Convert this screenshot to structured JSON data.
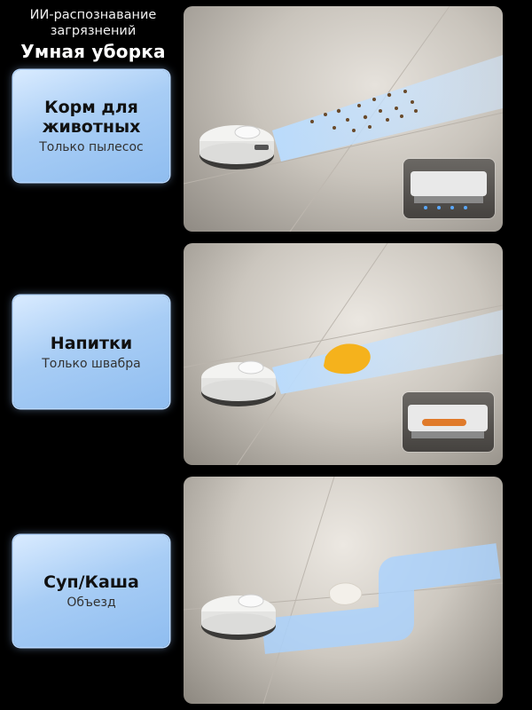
{
  "header": {
    "subtitle_line1": "ИИ-распознавание",
    "subtitle_line2": "загрязнений",
    "title": "Умная уборка"
  },
  "cards": [
    {
      "title_line1": "Корм для",
      "title_line2": "животных",
      "subtitle": "Только пылесос"
    },
    {
      "title_line1": "Напитки",
      "title_line2": "",
      "subtitle": "Только швабра"
    },
    {
      "title_line1": "Суп/Каша",
      "title_line2": "",
      "subtitle": "Объезд"
    }
  ],
  "colors": {
    "card_top": "#d9ebff",
    "card_bottom": "#8fbdf0",
    "path_blue": "#9cc8ff",
    "spill_orange": "#f5b21c"
  },
  "icons": {
    "scene1": "robot-vacuum-icon",
    "scene2": "robot-mop-icon",
    "scene3": "robot-avoid-icon"
  }
}
